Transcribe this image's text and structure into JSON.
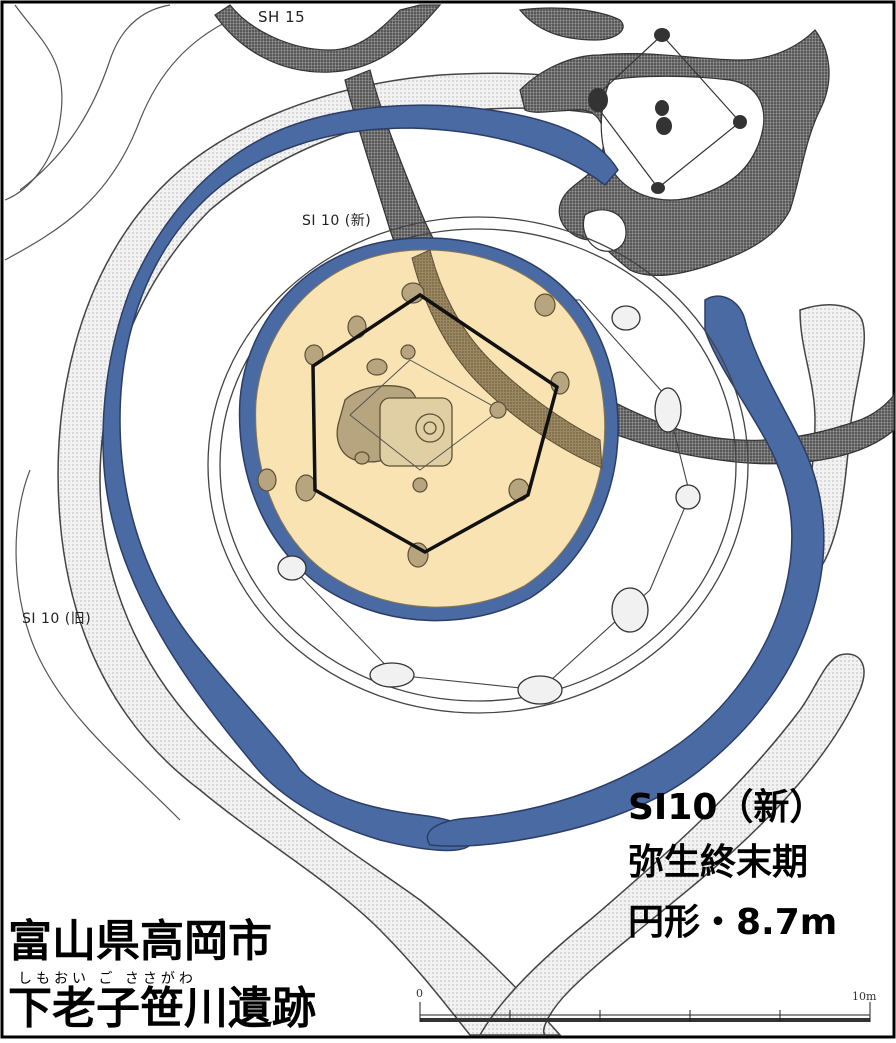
{
  "map": {
    "labels": {
      "sh15": "SH 15",
      "si10_new": "SI 10 (新)",
      "si10_old": "SI 10 (旧)"
    },
    "info": {
      "line1": "SI10（新）",
      "line2": "弥生終末期",
      "line3": "円形・8.7m"
    },
    "location": {
      "line1": "富山県高岡市",
      "ruby": "しもおい ご ささがわ",
      "line2": "下老子笹川遺跡"
    },
    "scale": {
      "start": "0",
      "end": "10m"
    },
    "colors": {
      "ditch_blue": "#4a6aa3",
      "floor_fill": "#f9e3b2",
      "hexagon": "#111111",
      "dark_feature": "#6b6b6b",
      "dotted_ditch": "#ececec"
    }
  }
}
